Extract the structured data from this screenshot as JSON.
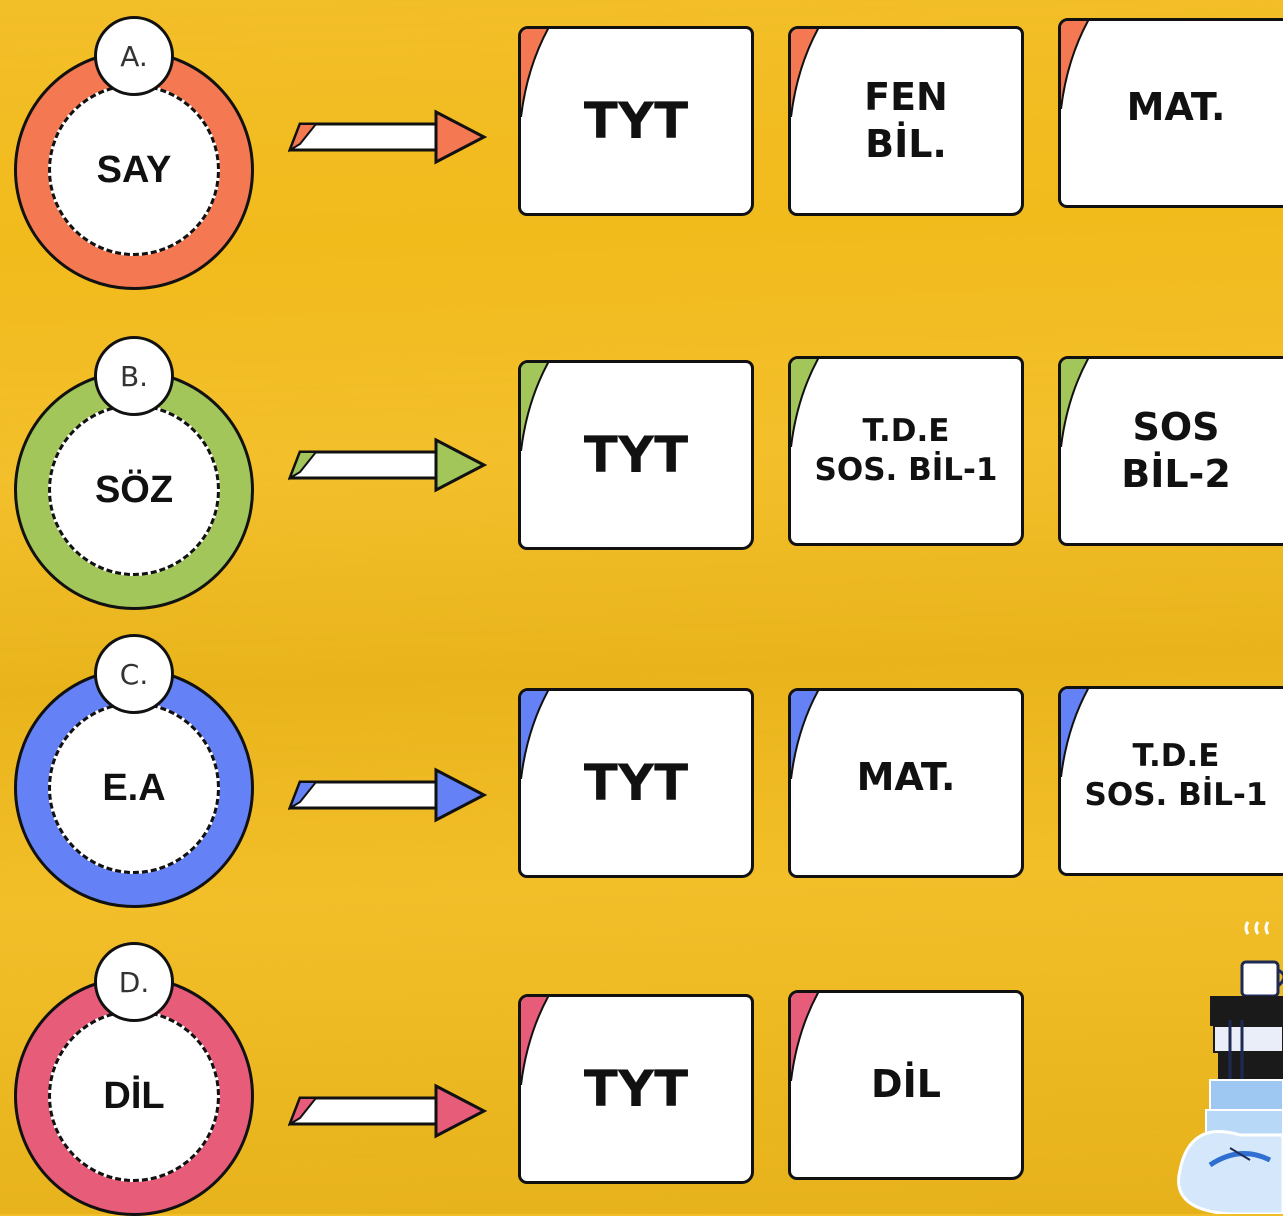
{
  "rows": [
    {
      "letter": "A.",
      "label": "SAY",
      "color": "#f47852",
      "cards": [
        "TYT",
        "FEN\nBİL.",
        "MAT."
      ]
    },
    {
      "letter": "B.",
      "label": "SÖZ",
      "color": "#a2c65a",
      "cards": [
        "TYT",
        "T.D.E\nSOS. BİL-1",
        "SOS\nBİL-2"
      ]
    },
    {
      "letter": "C.",
      "label": "E.A",
      "color": "#6482f5",
      "cards": [
        "TYT",
        "MAT.",
        "T.D.E\nSOS. BİL-1"
      ]
    },
    {
      "letter": "D.",
      "label": "DİL",
      "color": "#e75c79",
      "cards": [
        "TYT",
        "DİL"
      ]
    }
  ],
  "decoration_icon": "stacked-books-with-coffee-cup-icon"
}
